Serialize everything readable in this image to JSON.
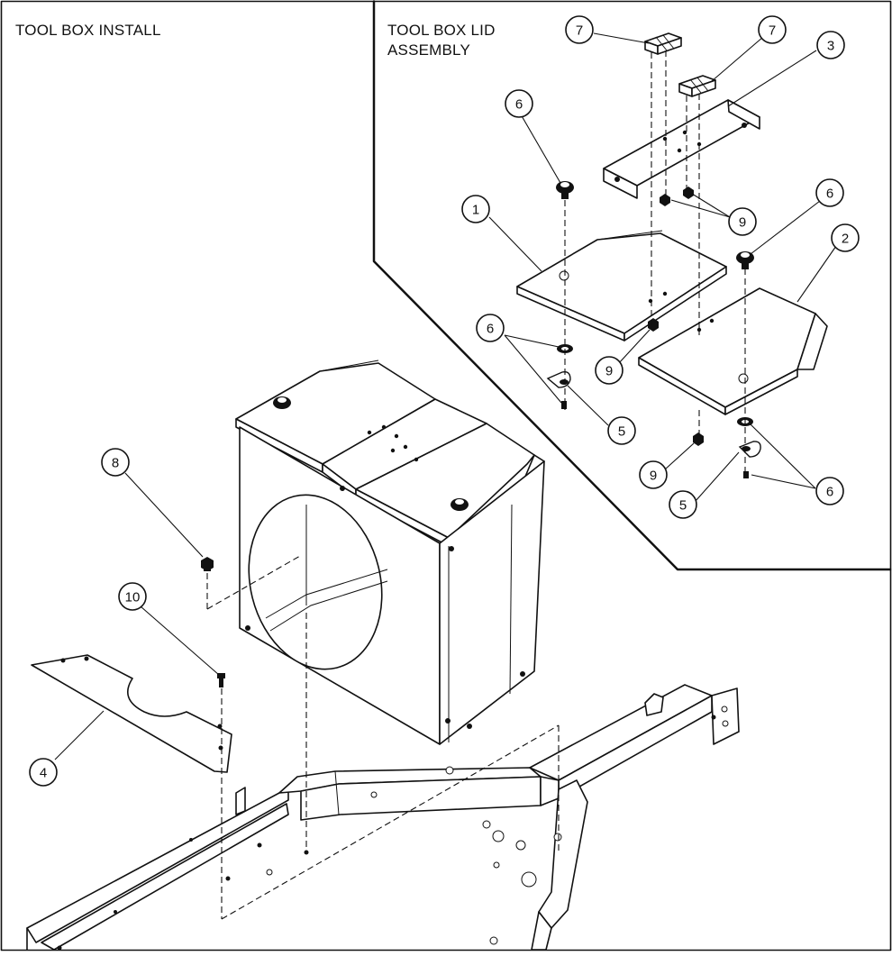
{
  "panels": {
    "install_title": "TOOL BOX INSTALL",
    "lid_title_line1": "TOOL BOX LID",
    "lid_title_line2": "ASSEMBLY"
  },
  "callouts": [
    {
      "id": "c7a",
      "number": "7"
    },
    {
      "id": "c7b",
      "number": "7"
    },
    {
      "id": "c3",
      "number": "3"
    },
    {
      "id": "c6a",
      "number": "6"
    },
    {
      "id": "c6b",
      "number": "6"
    },
    {
      "id": "c1",
      "number": "1"
    },
    {
      "id": "c9a",
      "number": "9"
    },
    {
      "id": "c2",
      "number": "2"
    },
    {
      "id": "c6c",
      "number": "6"
    },
    {
      "id": "c9b",
      "number": "9"
    },
    {
      "id": "c5a",
      "number": "5"
    },
    {
      "id": "c9c",
      "number": "9"
    },
    {
      "id": "c5b",
      "number": "5"
    },
    {
      "id": "c6d",
      "number": "6"
    },
    {
      "id": "c8",
      "number": "8"
    },
    {
      "id": "c10",
      "number": "10"
    },
    {
      "id": "c4",
      "number": "4"
    }
  ]
}
